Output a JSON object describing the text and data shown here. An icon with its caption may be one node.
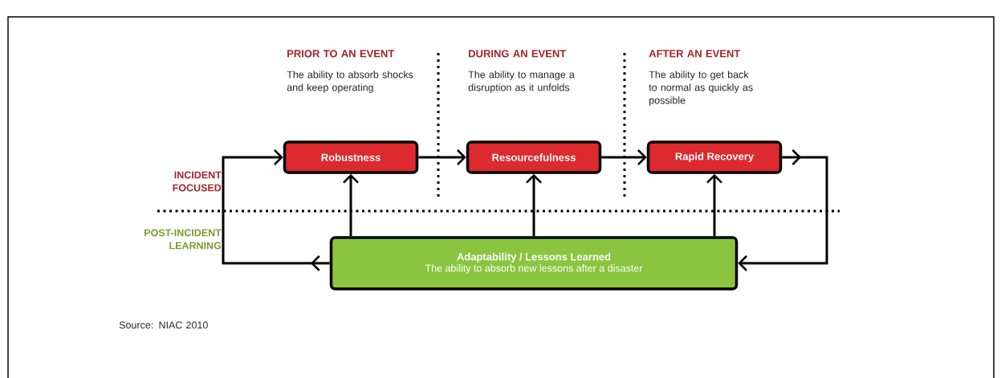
{
  "diagram": {
    "nodes": [
      {
        "text": [
          "Robustness"
        ]
      },
      {
        "text": [
          "Resourcefulness"
        ]
      },
      {
        "text": [
          "Rapid Recovery"
        ]
      },
      {
        "text": [
          "Adaptability / Lessons Learned",
          "The ability to absorb new lessons after a disaster"
        ]
      }
    ],
    "edges": [
      {
        "from": 0,
        "to": 1,
        "arrow": "to"
      },
      {
        "from": 1,
        "to": 2,
        "arrow": "to"
      },
      {
        "from": 3,
        "to": 0,
        "arrow": "to"
      },
      {
        "from": 3,
        "to": 1,
        "arrow": "to"
      },
      {
        "from": 3,
        "to": 2,
        "arrow": "to"
      },
      {
        "from": 2,
        "to": 3,
        "arrow": "to"
      },
      {
        "from": 3,
        "to": 0,
        "arrow": "to"
      }
    ],
    "labels": [
      "PRIOR TO AN EVENT",
      "The ability to absorb shocks and keep operating",
      "DURING AN EVENT",
      "The ability to manage a disruption as it unfolds",
      "AFTER AN EVENT",
      "The ability to get back to normal as quickly as possible",
      "INCIDENT FOCUSED",
      "POST-INCIDENT LEARNING",
      "Source: NIAC 2010"
    ]
  }
}
